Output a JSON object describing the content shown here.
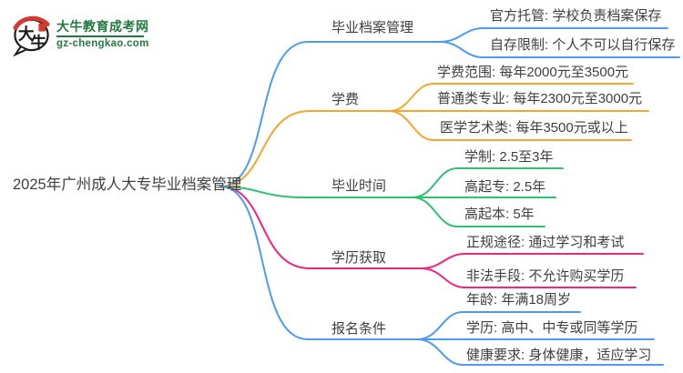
{
  "theme": {
    "bg": "#ffffff",
    "text": "#3f3f3f",
    "brand_green": "#217a3c",
    "brand_red": "#d23b2f",
    "blue": "#4d9bf3",
    "orange": "#f8a62b",
    "green": "#2ec272",
    "pink": "#f2247e"
  },
  "logo": {
    "title": "大牛教育成考网",
    "url": "gz-chengkao.com",
    "icon": {
      "char1": "大",
      "char2": "牛"
    }
  },
  "mindmap": {
    "root": "2025年广州成人大专毕业档案管理",
    "branches": [
      {
        "label": "毕业档案管理",
        "color": "#4d9bf3",
        "children": [
          "官方托管: 学校负责档案保存",
          "自存限制: 个人不可以自行保存"
        ]
      },
      {
        "label": "学费",
        "color": "#f8a62b",
        "children": [
          "学费范围: 每年2000元至3500元",
          "普通类专业: 每年2300元至3000元",
          "医学艺术类: 每年3500元或以上"
        ]
      },
      {
        "label": "毕业时间",
        "color": "#2ec272",
        "children": [
          "学制: 2.5至3年",
          "高起专: 2.5年",
          "高起本: 5年"
        ]
      },
      {
        "label": "学历获取",
        "color": "#f2247e",
        "children": [
          "正规途径: 通过学习和考试",
          "非法手段: 不允许购买学历"
        ]
      },
      {
        "label": "报名条件",
        "color": "#4d9bf3",
        "children": [
          "年龄: 年满18周岁",
          "学历: 高中、中专或同等学历",
          "健康要求: 身体健康，适应学习"
        ]
      }
    ]
  }
}
